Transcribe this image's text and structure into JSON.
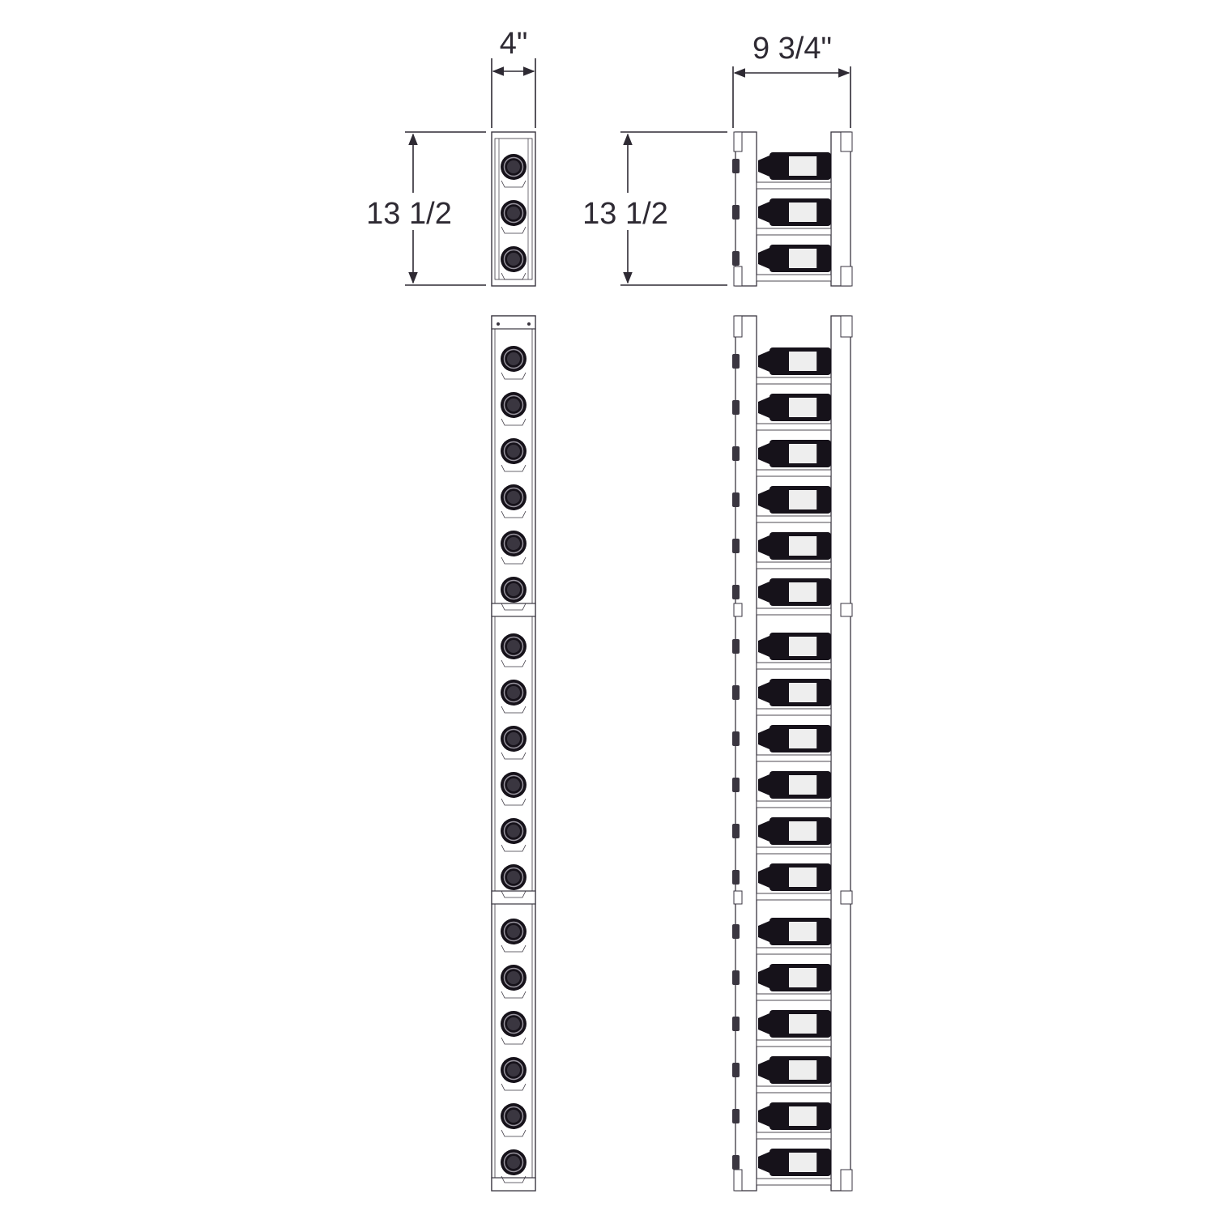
{
  "colors": {
    "line": "#3a3640",
    "bottle": "#16121a",
    "label": "#eeeeee",
    "background": "#ffffff"
  },
  "dimensions": {
    "front_width": "4\"",
    "side_width": "9 3/4\"",
    "front_height": "13 1/2",
    "side_height": "13 1/2"
  },
  "views": {
    "small_front": {
      "bottle_count": 3
    },
    "small_side": {
      "bottle_count": 3
    },
    "tall_front": {
      "sections": 3,
      "bottles_per_section": 6
    },
    "tall_side": {
      "sections": 3,
      "bottles_per_section": 6
    }
  }
}
